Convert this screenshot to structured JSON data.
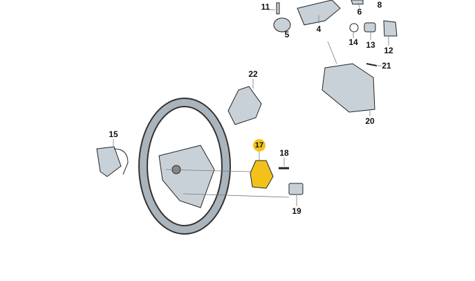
{
  "diagram": {
    "highlight_color": "#f2c21b",
    "callouts": [
      {
        "id": "11",
        "label": "11"
      },
      {
        "id": "5",
        "label": "5"
      },
      {
        "id": "4",
        "label": "4"
      },
      {
        "id": "6",
        "label": "6"
      },
      {
        "id": "8",
        "label": "8"
      },
      {
        "id": "14",
        "label": "14"
      },
      {
        "id": "13",
        "label": "13"
      },
      {
        "id": "12",
        "label": "12"
      },
      {
        "id": "21",
        "label": "21"
      },
      {
        "id": "22",
        "label": "22"
      },
      {
        "id": "20",
        "label": "20"
      },
      {
        "id": "15",
        "label": "15"
      },
      {
        "id": "17",
        "label": "17",
        "highlighted": true
      },
      {
        "id": "18",
        "label": "18"
      },
      {
        "id": "19",
        "label": "19"
      }
    ]
  }
}
